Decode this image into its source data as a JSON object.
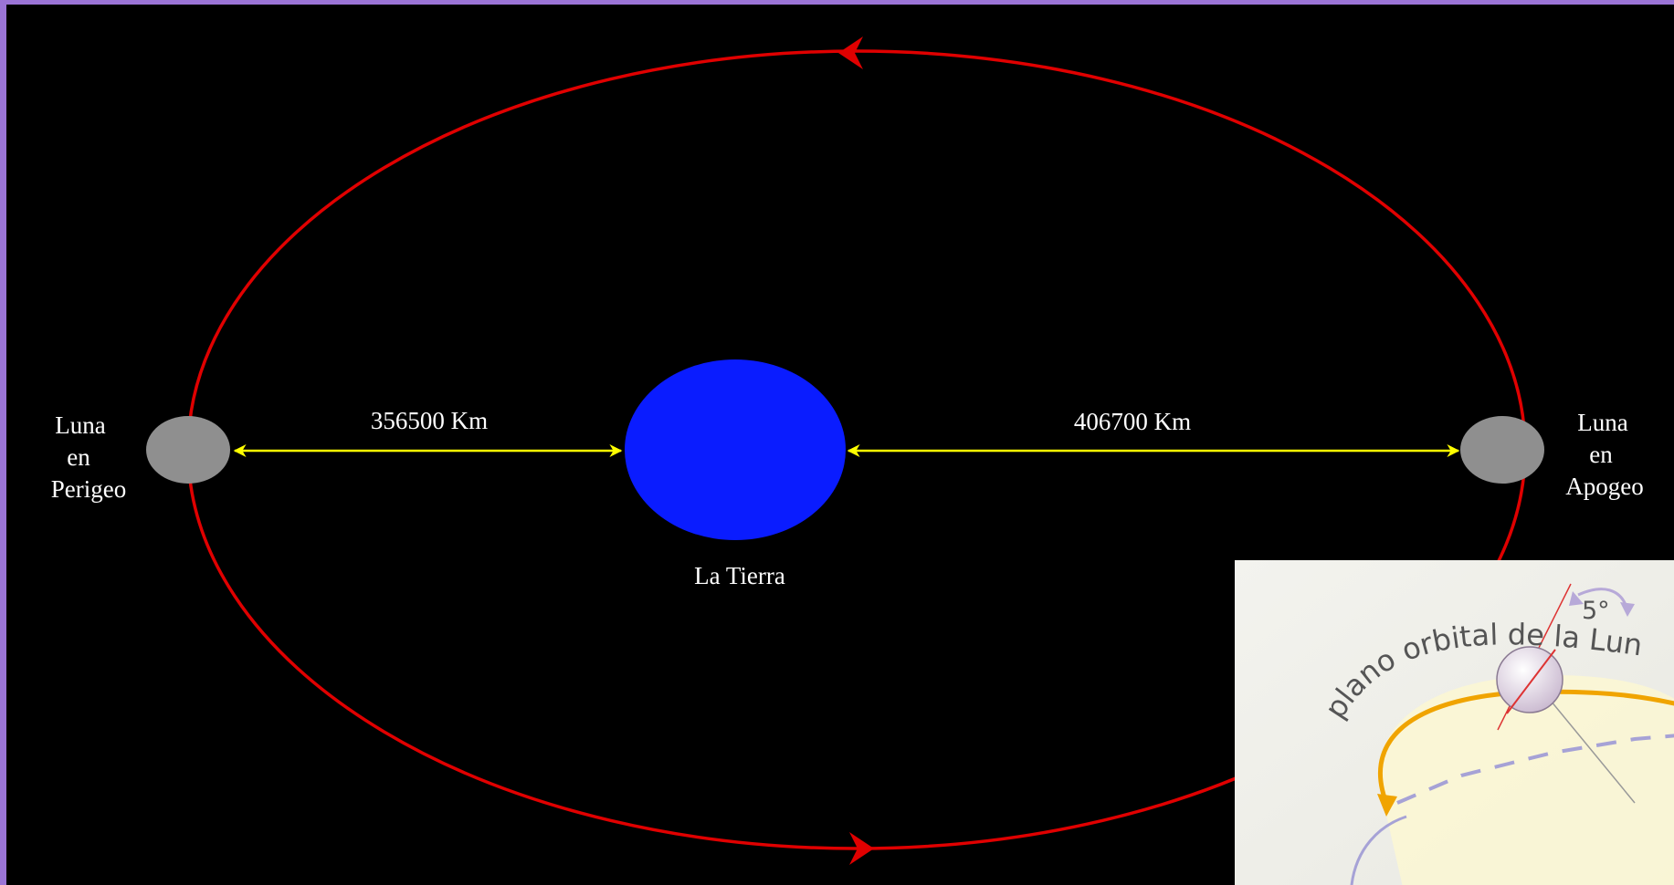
{
  "diagram": {
    "distances": {
      "perigee": "356500 Km",
      "apogee": "406700 Km"
    },
    "labels": {
      "earth": "La Tierra",
      "moon_perigee": [
        "Luna",
        "en",
        "Perigeo"
      ],
      "moon_apogee": [
        "Luna",
        "en",
        "Apogeo"
      ]
    },
    "inset": {
      "plane_label": "plano orbital de la Lun",
      "angle_label": "5°"
    }
  },
  "colors": {
    "background": "#000000",
    "frame": "#9b74d6",
    "orbit": "#e00000",
    "earth": "#0a1cff",
    "moon": "#8f8f8f",
    "distance_arrow": "#ffff00",
    "text": "#ffffff",
    "inset_orbit": "#f0a400",
    "inset_dash": "#a6a2d6"
  }
}
